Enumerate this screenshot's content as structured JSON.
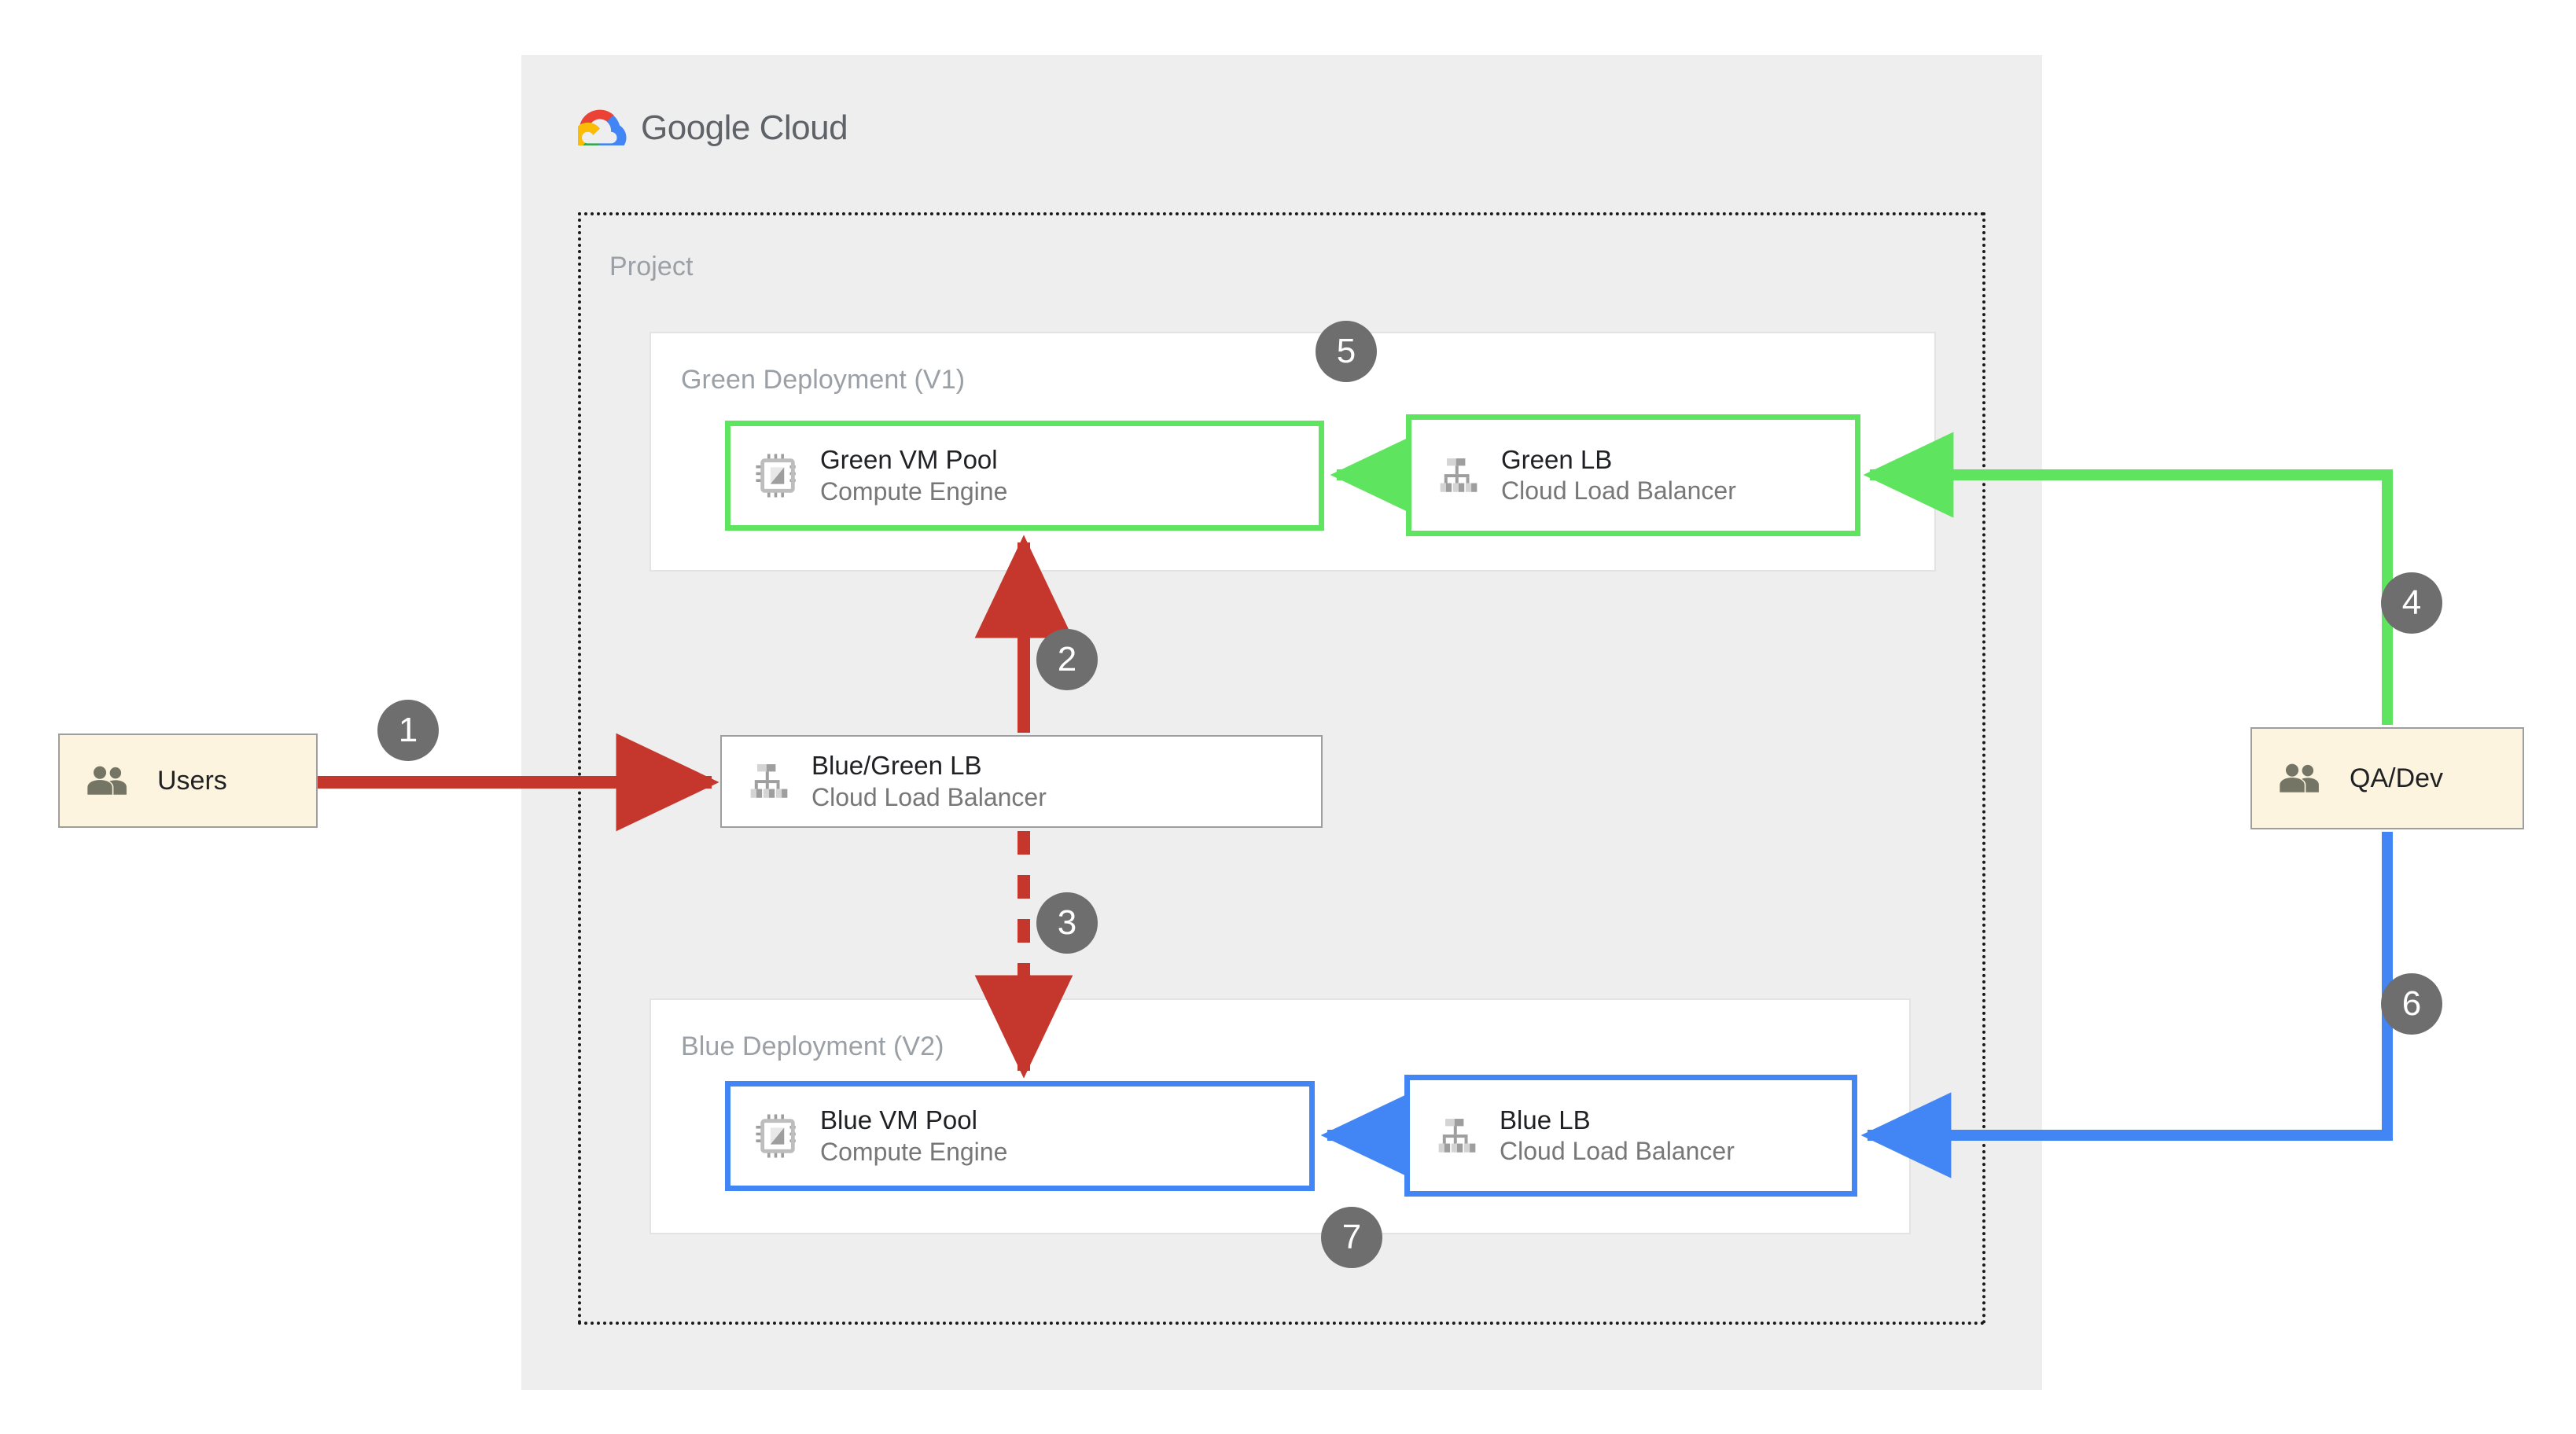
{
  "header": {
    "brand_google": "Google",
    "brand_cloud": "Cloud",
    "logo_icon": "google-cloud-logo"
  },
  "containers": {
    "project_label": "Project",
    "green_zone_label": "Green Deployment (V1)",
    "blue_zone_label": "Blue Deployment (V2)"
  },
  "nodes": {
    "green_vm": {
      "title": "Green VM Pool",
      "subtitle": "Compute Engine",
      "icon": "compute-engine-chip-icon",
      "border_color": "#5EE45E"
    },
    "green_lb": {
      "title": "Green LB",
      "subtitle": "Cloud Load Balancer",
      "icon": "cloud-load-balancer-icon",
      "border_color": "#5EE45E"
    },
    "bg_lb": {
      "title": "Blue/Green LB",
      "subtitle": "Cloud Load Balancer",
      "icon": "cloud-load-balancer-icon",
      "border_color": "#9E9E9E"
    },
    "blue_vm": {
      "title": "Blue VM Pool",
      "subtitle": "Compute Engine",
      "icon": "compute-engine-chip-icon",
      "border_color": "#4285F4"
    },
    "blue_lb": {
      "title": "Blue LB",
      "subtitle": "Cloud Load Balancer",
      "icon": "cloud-load-balancer-icon",
      "border_color": "#4285F4"
    }
  },
  "actors": {
    "users": {
      "title": "Users",
      "icon": "users-group-icon",
      "fill": "#FCF4DF"
    },
    "qa_dev": {
      "title": "QA/Dev",
      "icon": "users-group-icon",
      "fill": "#FCF4DF"
    }
  },
  "steps": [
    {
      "number": "1",
      "from": "Users",
      "to": "Blue/Green LB",
      "color": "#C5372C",
      "style": "solid"
    },
    {
      "number": "2",
      "from": "Blue/Green LB",
      "to": "Green VM Pool",
      "color": "#C5372C",
      "style": "solid"
    },
    {
      "number": "3",
      "from": "Blue/Green LB",
      "to": "Blue VM Pool",
      "color": "#C5372C",
      "style": "dashed"
    },
    {
      "number": "4",
      "from": "QA/Dev",
      "to": "Green LB",
      "color": "#5EE45E",
      "style": "solid"
    },
    {
      "number": "5",
      "from": "Green LB",
      "to": "Green VM Pool",
      "color": "#5EE45E",
      "style": "solid"
    },
    {
      "number": "6",
      "from": "QA/Dev",
      "to": "Blue LB",
      "color": "#4285F4",
      "style": "solid"
    },
    {
      "number": "7",
      "from": "Blue LB",
      "to": "Blue VM Pool",
      "color": "#4285F4",
      "style": "solid"
    }
  ],
  "colors": {
    "red": "#C5372C",
    "green": "#5EE45E",
    "blue": "#4285F4",
    "badge_gray": "#6E6E6E",
    "canvas_gray": "#EEEEEE",
    "label_gray": "#9AA0A6",
    "actor_fill": "#FCF4DF"
  }
}
